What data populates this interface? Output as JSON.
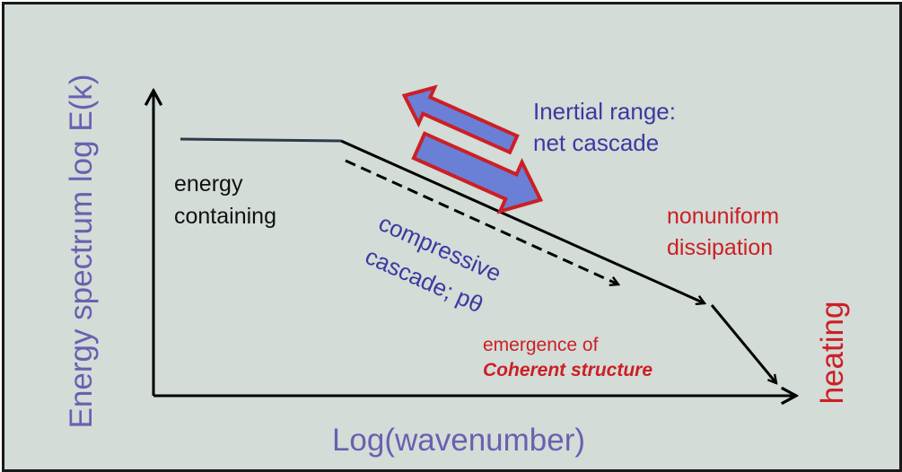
{
  "colors": {
    "background": "#d3dcd7",
    "axis": "#000000",
    "purple_text": "#6b5fb0",
    "blue_text": "#3b3aa0",
    "red_text": "#cc1f25",
    "arrow_fill": "#6a7fd6",
    "arrow_outline": "#cc1f25"
  },
  "labels": {
    "y_axis": "Energy spectrum log E(k)",
    "x_axis": "Log(wavenumber)",
    "energy_containing": [
      "energy",
      "containing"
    ],
    "inertial_range": [
      "Inertial range:",
      "net cascade"
    ],
    "compressive_cascade": [
      "compressive",
      "cascade; pθ"
    ],
    "nonuniform_dissipation": [
      "nonuniform",
      "dissipation"
    ],
    "emergence": "emergence of",
    "coherent_structure": "Coherent structure",
    "heating": "heating"
  }
}
